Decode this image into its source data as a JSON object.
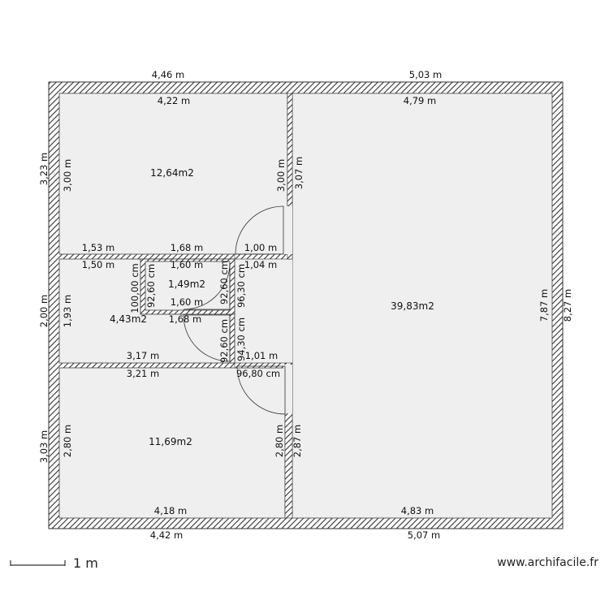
{
  "colors": {
    "floor": "#efefef",
    "wall": "#8c8c8c",
    "hatch": "#333333",
    "text": "#111111"
  },
  "dimensions": {
    "top_left_outer": "4,46 m",
    "top_right_outer": "5,03 m",
    "top_left_inner": "4,22 m",
    "top_right_inner": "4,79 m",
    "left_top_outer": "3,23 m",
    "left_top_inner": "3,00 m",
    "mid_wall_left_inner": "3,00 m",
    "mid_wall_right_inner": "3,07 m",
    "h1_left_upper": "1,53 m",
    "h1_mid_upper": "1,68 m",
    "h1_right_upper": "1,00 m",
    "h1_left_lower": "1,50 m",
    "h1_mid_lower": "1,60 m",
    "h1_right_lower": "1,04 m",
    "wc_left_outer": "100,00 cm",
    "wc_left_inner": "92,60 cm",
    "wc_right_upper": "96,30 cm",
    "wc_bottom_upper": "1,60 m",
    "wc_bottom_lower": "1,68 m",
    "wc_right_lower_a": "92,60 cm",
    "wc_right_lower_b": "94,30 cm",
    "left_mid_outer": "2,00 m",
    "left_mid_inner": "1,93 m",
    "h2_left_upper": "3,17 m",
    "h2_left_lower": "3,21 m",
    "h2_right_upper": "1,01 m",
    "h2_right_lower": "96,80 cm",
    "left_bottom_outer": "3,03 m",
    "left_bottom_inner": "2,80 m",
    "mid_wall_bottom_left": "2,80 m",
    "mid_wall_bottom_right": "2,87 m",
    "right_inner": "7,87 m",
    "right_outer": "8,27 m",
    "bottom_left_inner": "4,18 m",
    "bottom_right_inner": "4,83 m",
    "bottom_left_outer": "4,42 m",
    "bottom_right_outer": "5,07 m"
  },
  "areas": {
    "room_top_left": "12,64m2",
    "wc": "1,49m2",
    "hall": "4,43m2",
    "room_bottom_left": "11,69m2",
    "room_large": "39,83m2"
  },
  "scale_label": "1 m",
  "watermark": "www.archifacile.fr"
}
